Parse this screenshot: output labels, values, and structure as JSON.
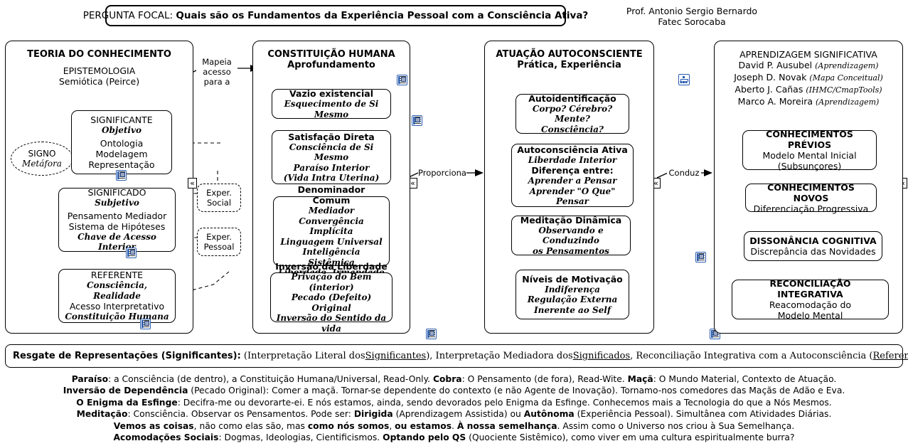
{
  "header": {
    "focal_label": "PERGUNTA FOCAL:",
    "focal_text": "Quais são os Fundamentos da Experiência Pessoal com a Consciência Ativa?",
    "author_name": "Prof. Antonio Sergio Bernardo",
    "author_affiliation": "Fatec Sorocaba"
  },
  "panel1": {
    "title": "TEORIA DO CONHECIMENTO",
    "sub_line1": "EPISTEMOLOGIA",
    "sub_line2": "Semiótica (Peirce)",
    "oval": {
      "line1": "SIGNO",
      "line2": "Metáfora"
    },
    "boxes": [
      {
        "head": "SIGNIFICANTE",
        "script": "Objetivo",
        "lines": [
          "Ontologia",
          "Modelagem",
          "Representação"
        ]
      },
      {
        "head": "SIGNIFICADO",
        "script": "Subjetivo",
        "lines": [
          "Pensamento Mediador",
          "Sistema de Hipóteses"
        ],
        "script_last": "Chave de Acesso Interior"
      },
      {
        "head": "REFERENTE",
        "script": "Consciência, Realidade",
        "lines": [
          "Acesso Interpretativo"
        ],
        "script_last": "Constituição Humana"
      }
    ]
  },
  "experience": {
    "social": {
      "line1": "Exper.",
      "line2": "Social"
    },
    "pessoal": {
      "line1": "Exper.",
      "line2": "Pessoal"
    }
  },
  "connectors": {
    "c1": "Mapeia\nacesso\npara a",
    "c1_lines": [
      "Mapeia",
      "acesso",
      "para a"
    ],
    "c2": "Proporciona",
    "c3": "Conduz",
    "chevron_glyph": "«"
  },
  "panel2": {
    "title": "CONSTITUIÇÃO HUMANA",
    "sub": "Aprofundamento",
    "boxes": [
      {
        "head": "Vazio existencial",
        "script_lines": [
          "Esquecimento de Si Mesmo"
        ]
      },
      {
        "head": "Satisfação Direta",
        "script_lines": [
          "Consciência de Si Mesmo",
          "Paraíso Interior",
          "(Vida Intra Uterina)"
        ]
      },
      {
        "head": "Denominador Comum",
        "script_lines": [
          "Mediador",
          "Convergência Implícita",
          "Linguagem Universal",
          "Inteligência Sistêmica",
          "Liberdade, Irmandade"
        ]
      },
      {
        "head": "Inversão da Liberdade",
        "script_lines": [
          "Privação do Bem (interior)",
          "Pecado (Defeito) Original",
          "Inversão do Sentido da vida"
        ]
      }
    ]
  },
  "panel3": {
    "title": "ATUAÇÃO AUTOCONSCIENTE",
    "sub": "Prática, Experiência",
    "boxes": [
      {
        "head": "Autoidentificação",
        "script_lines": [
          "Corpo? Cérebro? Mente?",
          "Consciência?"
        ]
      },
      {
        "head": "Autoconsciência Ativa",
        "script_lines": [
          "Liberdade Interior"
        ],
        "head2": "Diferença entre:",
        "script_lines2": [
          "Aprender a Pensar",
          "Aprender \"O Que\" Pensar"
        ]
      },
      {
        "head": "Meditação Dinâmica",
        "script_lines": [
          "Observando e Conduzindo",
          "os Pensamentos"
        ]
      },
      {
        "head": "Níveis de Motivação",
        "script_lines": [
          "Indiferença",
          "Regulação Externa",
          "Inerente ao Self"
        ]
      }
    ]
  },
  "panel4": {
    "title": "APRENDIZAGEM SIGNIFICATIVA",
    "authors": [
      {
        "name": "David P. Ausubel",
        "note": "(Aprendizagem)"
      },
      {
        "name": "Joseph D. Novak",
        "note": "(Mapa Conceitual)"
      },
      {
        "name": "Aberto J. Cañas",
        "note": "(IHMC/CmapTools)"
      },
      {
        "name": "Marco A. Moreira",
        "note": "(Aprendizagem)"
      }
    ],
    "boxes": [
      {
        "head": "CONHECIMENTOS PRÉVIOS",
        "lines": [
          "Modelo Mental Inicial",
          "(Subsunçores)"
        ]
      },
      {
        "head": "CONHECIMENTOS NOVOS",
        "lines": [
          "Diferenciação Progressiva"
        ]
      },
      {
        "head": "DISSONÂNCIA COGNITIVA",
        "lines": [
          "Discrepância das Novidades"
        ]
      },
      {
        "head": "RECONCILIAÇÃO INTEGRATIVA",
        "lines": [
          "Reacomodação do",
          "Modelo Mental"
        ]
      }
    ]
  },
  "resgate": {
    "bold_prefix": "Resgate de Representações (Significantes):",
    "seg1": "(Interpretação Literal dos ",
    "u1": "Significantes",
    "seg2": "), Interpretação Mediadora dos ",
    "u2": "Significados",
    "seg3": ", Reconciliação Integrativa com a Autoconsciência (",
    "u3": "Referente",
    "seg4": ")"
  },
  "notes": {
    "line1": [
      {
        "t": "Paraíso",
        "b": true
      },
      {
        "t": ": a Consciência (de dentro), a Constituição Humana/Universal, Read-Only.   ",
        "b": false
      },
      {
        "t": "Cobra",
        "b": true
      },
      {
        "t": ": O Pensamento (de fora), Read-Wite.   ",
        "b": false
      },
      {
        "t": "Maçã",
        "b": true
      },
      {
        "t": ": O Mundo Material, Contexto de Atuação.",
        "b": false
      }
    ],
    "line2": [
      {
        "t": "Inversão de Dependência",
        "b": true
      },
      {
        "t": " (Pecado Original): Comer a maçã. Tornar-se dependente do contexto (e não Agente de Inovação). Tornamo-nos comedores das Maçãs de Adão e Eva.",
        "b": false
      }
    ],
    "line3": [
      {
        "t": "O Enigma da Esfinge",
        "b": true
      },
      {
        "t": ": Decifra-me ou devorarte-ei. E nós estamos, ainda, sendo devorados pelo Enigma da Esfinge. Conhecemos mais a Tecnologia do que a Nós Mesmos.",
        "b": false
      }
    ],
    "line4": [
      {
        "t": "Meditação",
        "b": true
      },
      {
        "t": ": Consciência. Observar os Pensamentos. Pode ser: ",
        "b": false
      },
      {
        "t": "Dirigida",
        "b": true
      },
      {
        "t": " (Aprendizagem Assistida) ou ",
        "b": false
      },
      {
        "t": "Autônoma",
        "b": true
      },
      {
        "t": " (Experiência Pessoal). Simultânea com Atividades Diárias.",
        "b": false
      }
    ],
    "line5": [
      {
        "t": "Vemos as coisas",
        "b": true
      },
      {
        "t": ", não como elas são, mas ",
        "b": false
      },
      {
        "t": "como nós somos",
        "b": true
      },
      {
        "t": ", ",
        "b": false
      },
      {
        "t": "ou estamos",
        "b": true
      },
      {
        "t": ". ",
        "b": false
      },
      {
        "t": "À nossa semelhança",
        "b": true
      },
      {
        "t": ". Assim como o Universo nos criou à Sua Semelhança.",
        "b": false
      }
    ],
    "line6": [
      {
        "t": "Acomodações Sociais",
        "b": true
      },
      {
        "t": ": Dogmas, Ideologias, Cientificismos. ",
        "b": false
      },
      {
        "t": "Optando pelo QS",
        "b": true
      },
      {
        "t": " (Quociente Sistêmico), como viver em uma cultura espiritualmente burra?",
        "b": false
      }
    ]
  },
  "icons": {
    "resource": "resource-doc-icon",
    "tree": "concept-tree-icon"
  }
}
